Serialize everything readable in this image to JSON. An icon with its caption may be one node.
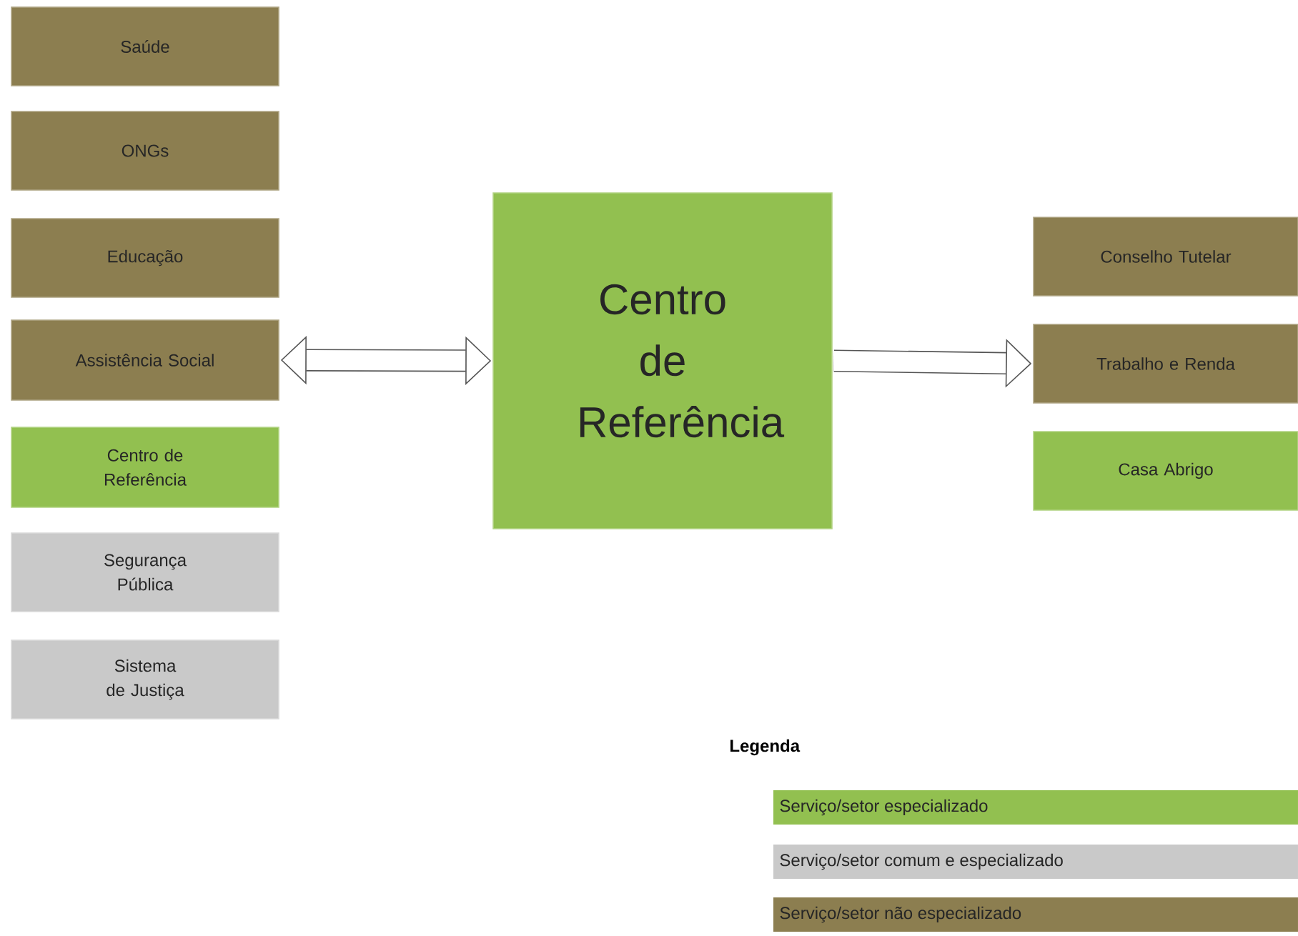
{
  "diagram": {
    "nodes": [
      {
        "text": [
          "Saúde"
        ]
      },
      {
        "text": [
          "ONGs"
        ]
      },
      {
        "text": [
          "Educação"
        ]
      },
      {
        "text": [
          "Assistência Social"
        ]
      },
      {
        "text": [
          "Centro de Referência"
        ]
      },
      {
        "text": [
          "Segurança Pública"
        ]
      },
      {
        "text": [
          "Sistema de Justiça"
        ]
      },
      {
        "text": [
          "Centro de Referência"
        ]
      },
      {
        "text": [
          "Conselho Tutelar"
        ]
      },
      {
        "text": [
          "Trabalho e Renda"
        ]
      },
      {
        "text": [
          "Casa Abrigo"
        ]
      }
    ],
    "edges": [
      {
        "from": 3,
        "to": 7,
        "arrow": "both"
      },
      {
        "from": 7,
        "to": 9,
        "arrow": "to"
      }
    ],
    "labels": [
      "Legenda"
    ],
    "legend": [
      {
        "text": "Serviço/setor especializado",
        "color": "#92c050"
      },
      {
        "text": "Serviço/setor comum e especializado",
        "color": "#c9c9c9"
      },
      {
        "text": "Serviço/setor não especializado",
        "color": "#8c7e50"
      }
    ]
  }
}
